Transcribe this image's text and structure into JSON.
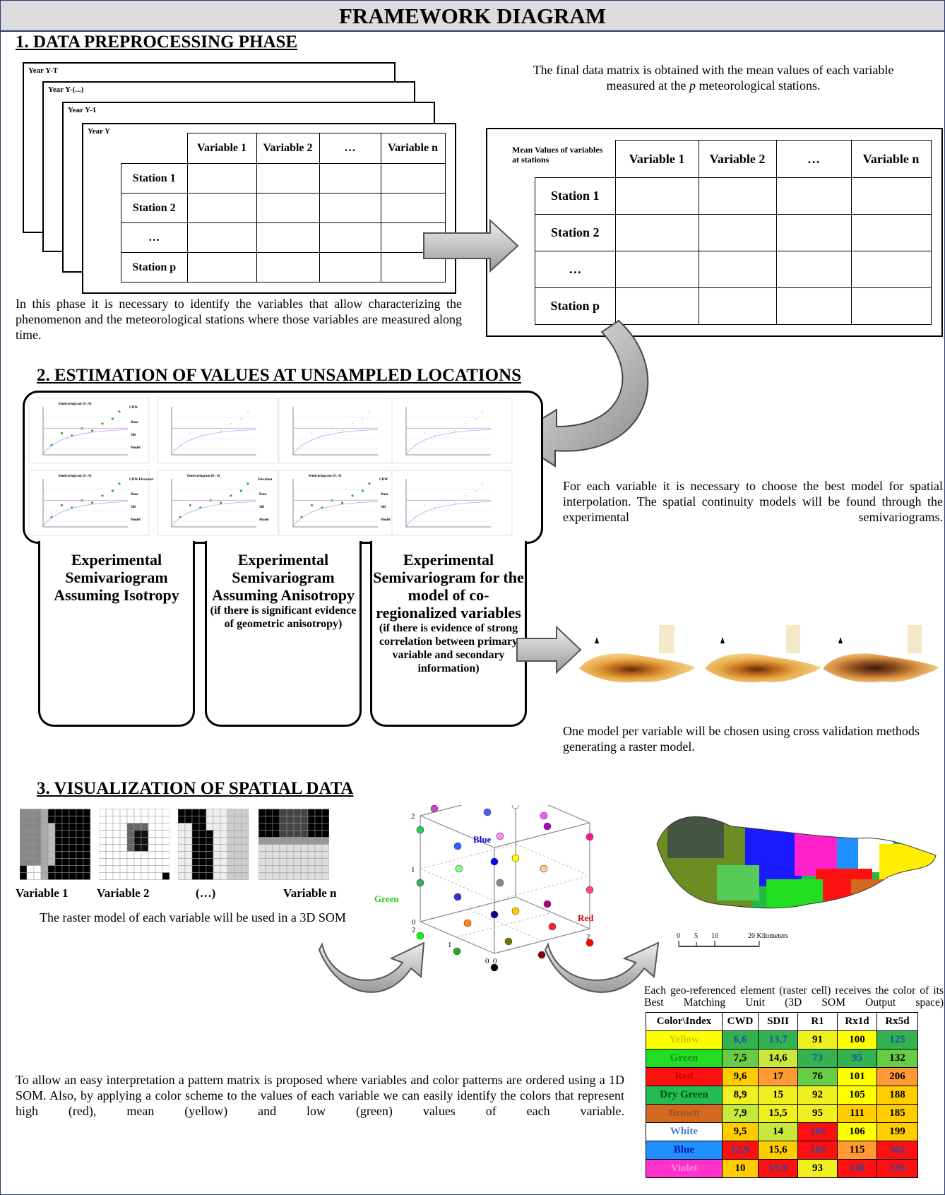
{
  "title": "FRAMEWORK DIAGRAM",
  "phase1": {
    "heading": "1. DATA PREPROCESSING PHASE",
    "sheets": [
      "Year Y-T",
      "Year Y-(...)",
      "Year Y-1",
      "Year Y"
    ],
    "year_table": {
      "columns": [
        "Variable 1",
        "Variable 2",
        "…",
        "Variable n"
      ],
      "rows": [
        "Station 1",
        "Station 2",
        "…",
        "Station p"
      ]
    },
    "mean_table": {
      "corner_label": "Mean Values of variables at stations",
      "columns": [
        "Variable 1",
        "Variable 2",
        "…",
        "Variable n"
      ],
      "rows": [
        "Station 1",
        "Station 2",
        "…",
        "Station p"
      ]
    },
    "final_matrix_text_a": "The final data matrix is obtained with the mean values of each variable",
    "final_matrix_text_b": "measured at the",
    "final_matrix_text_p": "p",
    "final_matrix_text_c": "meteorological stations.",
    "left_text": "In this phase it is necessary to identify the variables that allow characterizing the phenomenon and the meteorological stations where those variables are measured along time."
  },
  "phase2": {
    "heading": "2. ESTIMATION OF VALUES AT UNSAMPLED LOCATIONS",
    "plots": [
      {
        "title": "Semivariogram (0 ; 0)",
        "side": "CDW"
      },
      {
        "title": "",
        "side": ""
      },
      {
        "title": "",
        "side": ""
      },
      {
        "title": "",
        "side": ""
      },
      {
        "title": "Semivariogram (0 ; 0)",
        "side": "CDW-Elevation"
      },
      {
        "title": "Semivariogram (0 ; 0)",
        "side": "Elevation"
      },
      {
        "title": "Semivariogram (0 ; 0)",
        "side": "CDW"
      },
      {
        "title": "",
        "side": ""
      }
    ],
    "legend": [
      "Data",
      "Sill",
      "Model"
    ],
    "box1": {
      "big": "Experimental Semivariogram Assuming Isotropy"
    },
    "box2": {
      "big": "Experimental Semivariogram Assuming Anisotropy",
      "small": "(if there is significant evidence of geometric anisotropy)"
    },
    "box3": {
      "big": "Experimental Semivariogram for the model of co-regionalized variables",
      "small": "(if there is evidence of strong correlation between primary variable and secondary information)"
    },
    "right_text": "For each variable it is necessary to choose the best model for spatial interpolation. The spatial continuity models will be found through the experimental semivariograms.",
    "raster_text": "One model per variable will be chosen using cross validation methods generating a raster model."
  },
  "phase3": {
    "heading": "3. VISUALIZATION OF SPATIAL DATA",
    "var_labels": [
      "Variable 1",
      "Variable 2",
      "(…)",
      "Variable n"
    ],
    "raster_text": "The raster model of each variable will be used in a 3D SOM",
    "cube_labels": {
      "blue": "Blue",
      "green": "Green",
      "red": "Red"
    },
    "cube_ticks": {
      "z2": "2",
      "z1": "1",
      "z0": "0",
      "g2": "2",
      "g1": "1",
      "o0a": "0",
      "o0b": "0",
      "r2": "2"
    },
    "scale": {
      "t0": "0",
      "t5": "5",
      "t10": "10",
      "t20": "20 Kilometers"
    },
    "bmu_text": "Each geo-referenced element (raster cell) receives the color of its Best Matching Unit (3D SOM Output space)",
    "pattern_text": "To allow an easy interpretation a pattern matrix is proposed where variables and color patterns are ordered using a 1D SOM. Also, by applying a color scheme to the values of each variable we can easily identify the colors that represent high (red), mean (yellow) and low (green) values of each variable.",
    "color_table": {
      "headers": [
        "Color\\Index",
        "CWD",
        "SDII",
        "R1",
        "Rx1d",
        "Rx5d"
      ],
      "rows": [
        {
          "name": "Yellow",
          "name_bg": "#ffff00",
          "name_fg": "#c8c800",
          "cells": [
            [
              "6,6",
              "#33b34d"
            ],
            [
              "13,7",
              "#33b34d"
            ],
            [
              "91",
              "#f0f020"
            ],
            [
              "100",
              "#ffff00"
            ],
            [
              "125",
              "#33b34d"
            ]
          ]
        },
        {
          "name": "Green",
          "name_bg": "#22dd22",
          "name_fg": "#1a8c1a",
          "cells": [
            [
              "7,5",
              "#66cc44"
            ],
            [
              "14,6",
              "#c8e83c"
            ],
            [
              "73",
              "#33b34d"
            ],
            [
              "95",
              "#33b34d"
            ],
            [
              "132",
              "#66cc44"
            ]
          ]
        },
        {
          "name": "Red",
          "name_bg": "#ff1010",
          "name_fg": "#cc0000",
          "cells": [
            [
              "9,6",
              "#ffcc00"
            ],
            [
              "17",
              "#ff9933"
            ],
            [
              "76",
              "#66cc44"
            ],
            [
              "101",
              "#ffff00"
            ],
            [
              "206",
              "#ff9933"
            ]
          ]
        },
        {
          "name": "Dry Green",
          "name_bg": "#22bb55",
          "name_fg": "#005500",
          "cells": [
            [
              "8,9",
              "#f0f020"
            ],
            [
              "15",
              "#f0f020"
            ],
            [
              "92",
              "#f0f020"
            ],
            [
              "105",
              "#ffff00"
            ],
            [
              "188",
              "#ffcc00"
            ]
          ]
        },
        {
          "name": "Brown",
          "name_bg": "#d2691e",
          "name_fg": "#a0522d",
          "cells": [
            [
              "7,9",
              "#c8e83c"
            ],
            [
              "15,5",
              "#f0f020"
            ],
            [
              "95",
              "#f0f020"
            ],
            [
              "111",
              "#ffcc00"
            ],
            [
              "185",
              "#ffcc00"
            ]
          ]
        },
        {
          "name": "White",
          "name_bg": "#ffffff",
          "name_fg": "#4a7fd0",
          "cells": [
            [
              "9,5",
              "#ffcc00"
            ],
            [
              "14",
              "#c8e83c"
            ],
            [
              "110",
              "#ff1010"
            ],
            [
              "106",
              "#ffff00"
            ],
            [
              "199",
              "#ffcc00"
            ]
          ]
        },
        {
          "name": "Blue",
          "name_bg": "#1e90ff",
          "name_fg": "#1010aa",
          "cells": [
            [
              "12,9",
              "#ff1010"
            ],
            [
              "15,6",
              "#ffcc00"
            ],
            [
              "116",
              "#ff1010"
            ],
            [
              "115",
              "#ff9933"
            ],
            [
              "302",
              "#ff1010"
            ]
          ]
        },
        {
          "name": "Violet",
          "name_bg": "#ff33cc",
          "name_fg": "#ff88dd",
          "cells": [
            [
              "10",
              "#ffcc00"
            ],
            [
              "19,9",
              "#ff1010"
            ],
            [
              "93",
              "#f0f020"
            ],
            [
              "138",
              "#ff1010"
            ],
            [
              "336",
              "#ff1010"
            ]
          ]
        }
      ]
    }
  },
  "colors": {
    "accent": "#2c3a6e",
    "title_bg": "#dcdcdc",
    "arrow": "#b8b8b8"
  }
}
